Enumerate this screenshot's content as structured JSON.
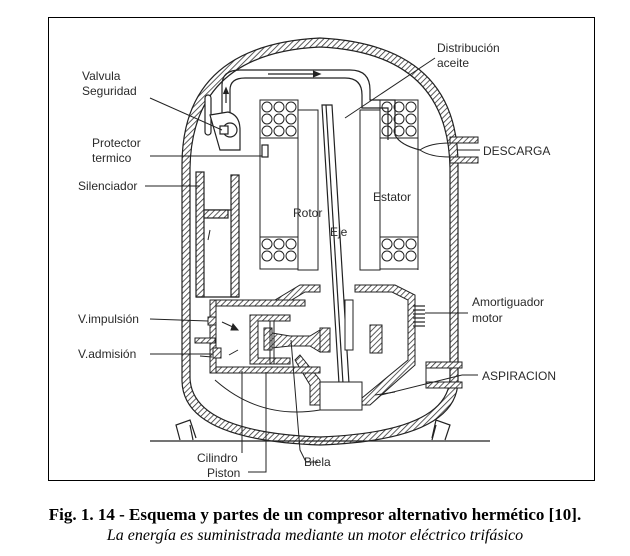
{
  "figure": {
    "title": "Fig. 1. 14 - Esquema y partes de un compresor alternativo hermético [10].",
    "subtitle": "La energía es suministrada mediante un motor eléctrico trifásico"
  },
  "labels": {
    "valvula_seguridad": [
      "Valvula",
      "Seguridad"
    ],
    "protector_termico": [
      "Protector",
      "termico"
    ],
    "silenciador": "Silenciador",
    "v_impulsion": "V.impulsión",
    "v_admision": "V.admisión",
    "cilindro": "Cilindro",
    "piston": "Piston",
    "biela": "Biela",
    "distribucion_aceite": [
      "Distribución",
      "aceite"
    ],
    "descarga": "DESCARGA",
    "rotor": "Rotor",
    "estator": "Estator",
    "eje": "Eje",
    "amortiguador_motor": [
      "Amortiguador",
      "motor"
    ],
    "aspiracion": "ASPIRACION"
  }
}
